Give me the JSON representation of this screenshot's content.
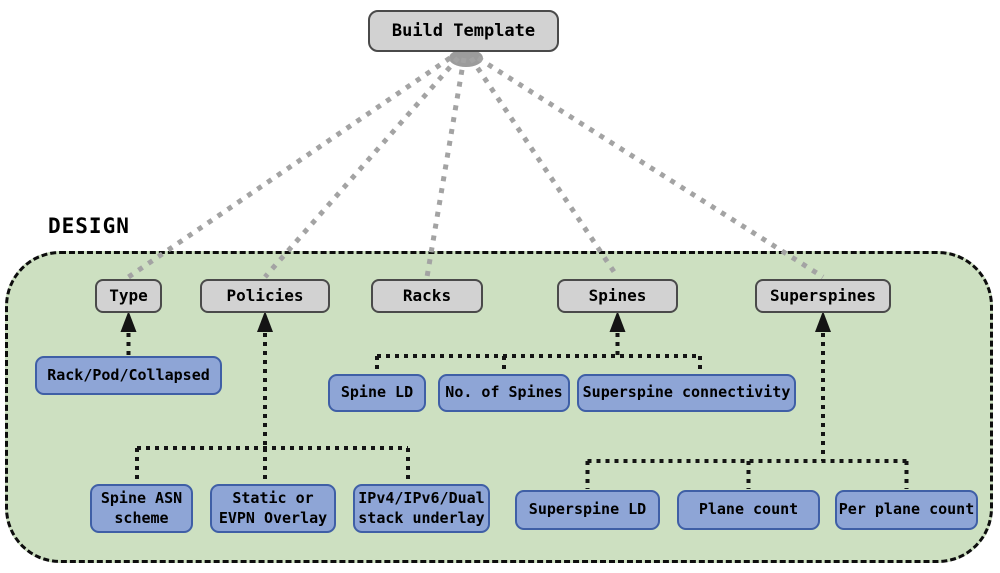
{
  "root_node": {
    "label": "Build Template"
  },
  "design_group": {
    "label": "DESIGN"
  },
  "category_nodes": [
    {
      "id": "type",
      "label": "Type"
    },
    {
      "id": "policies",
      "label": "Policies"
    },
    {
      "id": "racks",
      "label": "Racks"
    },
    {
      "id": "spines",
      "label": "Spines"
    },
    {
      "id": "superspines",
      "label": "Superspines"
    }
  ],
  "leaf_nodes": [
    {
      "id": "rack-pod-collapsed",
      "label": "Rack/Pod/Collapsed",
      "parent": "Type"
    },
    {
      "id": "spine-ld",
      "label": "Spine LD",
      "parent": "Spines"
    },
    {
      "id": "no-of-spines",
      "label": "No. of Spines",
      "parent": "Spines"
    },
    {
      "id": "superspine-connectivity",
      "label": "Superspine connectivity",
      "parent": "Spines"
    },
    {
      "id": "spine-asn-scheme",
      "label": "Spine ASN\nscheme",
      "parent": "Policies"
    },
    {
      "id": "static-or-evpn-overlay",
      "label": "Static or\nEVPN Overlay",
      "parent": "Policies"
    },
    {
      "id": "ipv4-ipv6-dual-underlay",
      "label": "IPv4/IPv6/Dual\nstack underlay",
      "parent": "Policies"
    },
    {
      "id": "superspine-ld",
      "label": "Superspine LD",
      "parent": "Superspines"
    },
    {
      "id": "plane-count",
      "label": "Plane count",
      "parent": "Superspines"
    },
    {
      "id": "per-plane-count",
      "label": "Per plane count",
      "parent": "Superspines"
    }
  ],
  "colors": {
    "category_fill": "#d2d2d2",
    "category_border": "#4a4a4a",
    "leaf_fill": "#8ea5d6",
    "leaf_border": "#3f5fa6",
    "group_fill": "#cde0c1",
    "group_border": "#0d0d0d",
    "connector": "#141414",
    "fan_line": "#a3a3a3",
    "shadow": "#9c9c9c"
  }
}
